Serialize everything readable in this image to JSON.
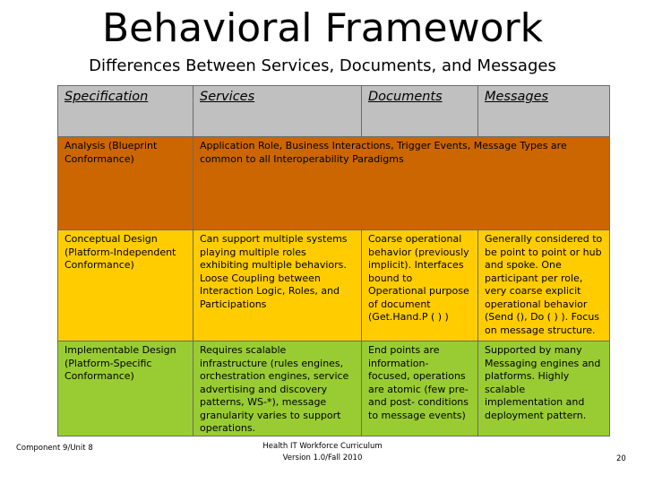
{
  "title": "Behavioral Framework",
  "subtitle": "Differences Between Services, Documents, and Messages",
  "table": {
    "headers": [
      "Specification",
      "Services",
      "Documents",
      "Messages"
    ],
    "rows": [
      {
        "spec": "Analysis (Blueprint Conformance)",
        "merged": "Application Role, Business Interactions, Trigger Events, Message Types are common to all Interoperability Paradigms",
        "color": "#cc6600"
      },
      {
        "spec": "Conceptual Design (Platform-Independent Conformance)",
        "services": "Can support multiple systems playing multiple roles exhibiting multiple behaviors. Loose Coupling between Interaction Logic, Roles, and Participations",
        "documents": "Coarse operational behavior (previously implicit). Interfaces bound to Operational purpose of document (Get.Hand.P ( ) )",
        "messages": "Generally considered to be point to point or hub and spoke. One participant per role, very coarse explicit operational behavior (Send (), Do ( ) ). Focus on message structure.",
        "color": "#ffcc00"
      },
      {
        "spec": "Implementable Design (Platform-Specific Conformance)",
        "services": "Requires scalable infrastructure (rules engines, orchestration engines, service advertising and discovery patterns, WS-*), message granularity varies to support operations.",
        "documents": "End points are information- focused, operations are atomic (few pre- and post- conditions to message events)",
        "messages": "Supported by many Messaging engines and platforms. Highly scalable implementation and deployment pattern.",
        "color": "#99cc33"
      }
    ]
  },
  "footer": {
    "left": "Component 9/Unit 8",
    "center_line1": "Health IT Workforce Curriculum",
    "center_line2": "Version 1.0/Fall 2010",
    "page_number": "20"
  }
}
